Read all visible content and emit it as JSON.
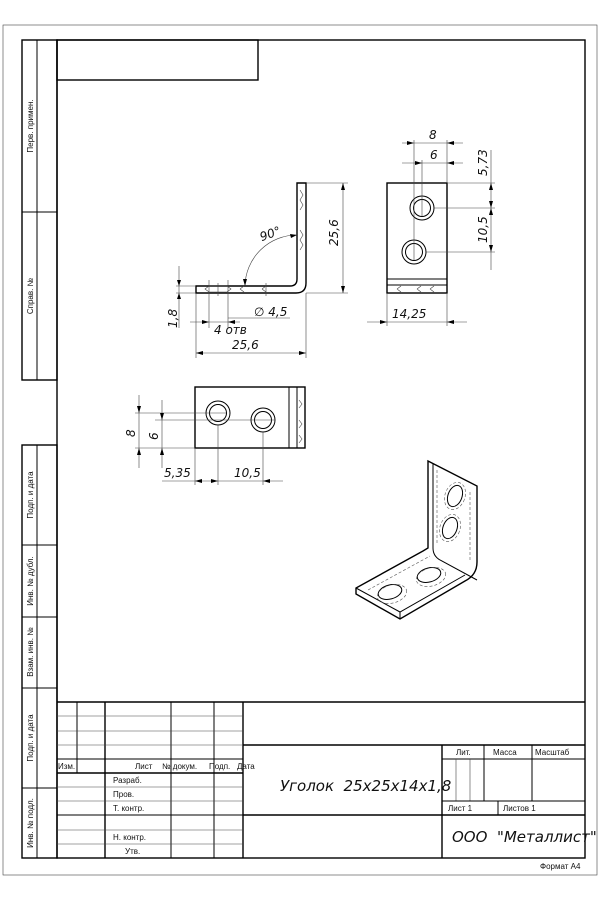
{
  "side_strip": {
    "top": [
      "Перв. примен.",
      "Справ. №"
    ],
    "bottom": [
      "Подп. и дата",
      "Инв. № дубл.",
      "Взам. инв. №",
      "Подп. и дата",
      "Инв. № подл."
    ]
  },
  "dimensions": {
    "front": {
      "angle": "90°",
      "height": "25,6",
      "width": "25,6",
      "thickness": "1,8",
      "holes_count": "4 отв",
      "hole_diameter": "∅ 4,5"
    },
    "side": {
      "d8": "8",
      "d6": "6",
      "d573": "5,73",
      "d105": "10,5",
      "width": "14,25"
    },
    "top": {
      "d8": "8",
      "d6": "6",
      "d535": "5,35",
      "d105": "10,5"
    }
  },
  "title_block": {
    "headers": {
      "izm": "Изм.",
      "list": "Лист",
      "doc": "№ докум.",
      "sign": "Подп.",
      "date": "Дата"
    },
    "roles": [
      "Разраб.",
      "Пров.",
      "Т. контр.",
      "Н. контр.",
      "Утв."
    ],
    "part_name": "Уголок  25x25x14x1,8",
    "lit": "Лит.",
    "mass": "Масса",
    "scale": "Масштаб",
    "sheet": "Лист 1",
    "sheets": "Листов 1",
    "company": "ООО  \"Металлист\""
  },
  "format": "Формат А4"
}
